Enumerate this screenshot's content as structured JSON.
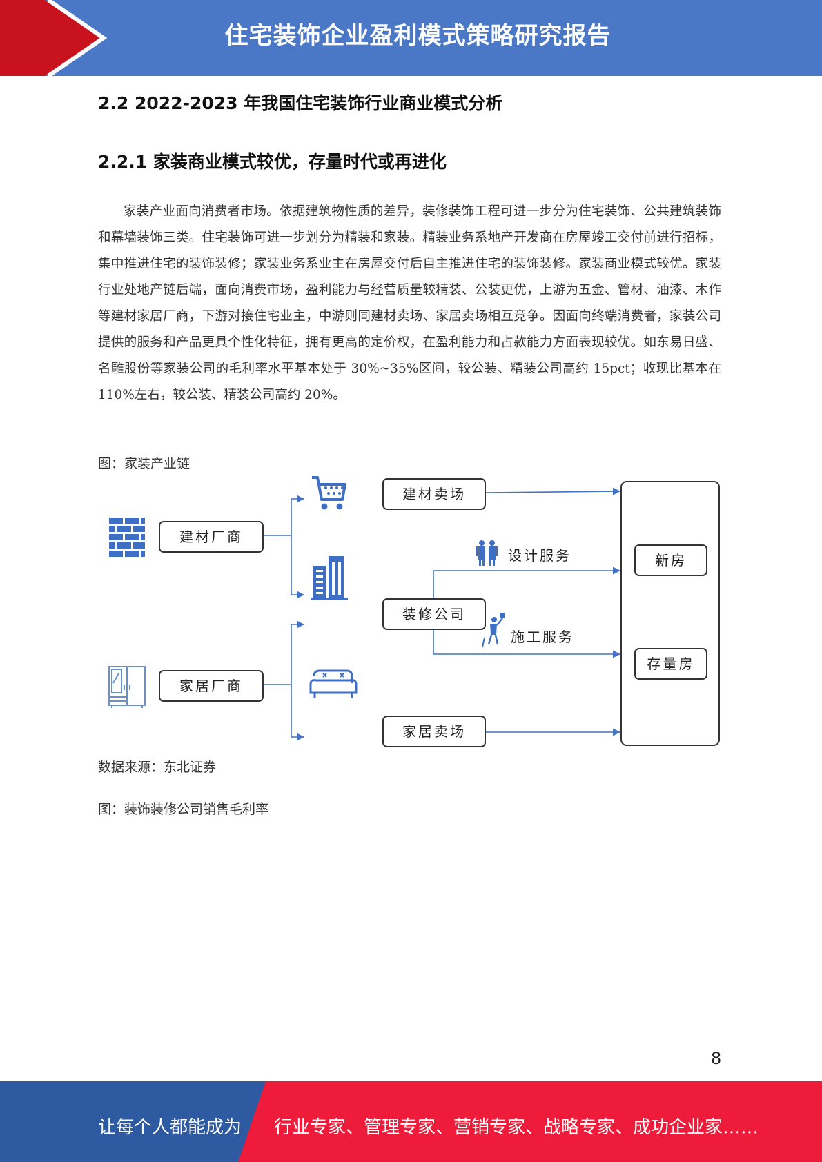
{
  "header": {
    "title": "住宅装饰企业盈利模式策略研究报告"
  },
  "section": {
    "heading": "2.2 2022-2023 年我国住宅装饰行业商业模式分析",
    "subheading": "2.2.1 家装商业模式较优，存量时代或再进化",
    "paragraph": "家装产业面向消费者市场。依据建筑物性质的差异，装修装饰工程可进一步分为住宅装饰、公共建筑装饰和幕墙装饰三类。住宅装饰可进一步划分为精装和家装。精装业务系地产开发商在房屋竣工交付前进行招标，集中推进住宅的装饰装修；家装业务系业主在房屋交付后自主推进住宅的装饰装修。家装商业模式较优。家装行业处地产链后端，面向消费市场，盈利能力与经营质量较精装、公装更优，上游为五金、管材、油漆、木作等建材家居厂商，下游对接住宅业主，中游则同建材卖场、家居卖场相互竞争。因面向终端消费者，家装公司提供的服务和产品更具个性化特征，拥有更高的定价权，在盈利能力和占款能力方面表现较优。如东易日盛、名雕股份等家装公司的毛利率水平基本处于 30%~35%区间，较公装、精装公司高约 15pct；收现比基本在 110%左右，较公装、精装公司高约 20%。"
  },
  "figure1": {
    "caption": "图：家装产业链",
    "source": "数据来源：东北证券",
    "nodes": {
      "building_maker": "建材厂商",
      "home_maker": "家居厂商",
      "building_market": "建材卖场",
      "decor_company": "装修公司",
      "home_market": "家居卖场",
      "design_service": "设计服务",
      "construction_service": "施工服务",
      "new_house": "新房",
      "existing_house": "存量房"
    },
    "icons": [
      "brick-wall-icon",
      "wardrobe-icon",
      "shopping-cart-icon",
      "office-building-icon",
      "sofa-icon",
      "designers-icon",
      "painter-icon"
    ]
  },
  "figure2": {
    "caption": "图：装饰装修公司销售毛利率"
  },
  "page_number": "8",
  "footer": {
    "left": "让每个人都能成为",
    "right": "行业专家、管理专家、营销专家、战略专家、成功企业家……"
  },
  "colors": {
    "header_blue": "#4a78c7",
    "accent_red": "#c8121d",
    "footer_blue": "#2d5aa0",
    "footer_red": "#ee1c3a",
    "diagram_blue": "#4472c4"
  }
}
